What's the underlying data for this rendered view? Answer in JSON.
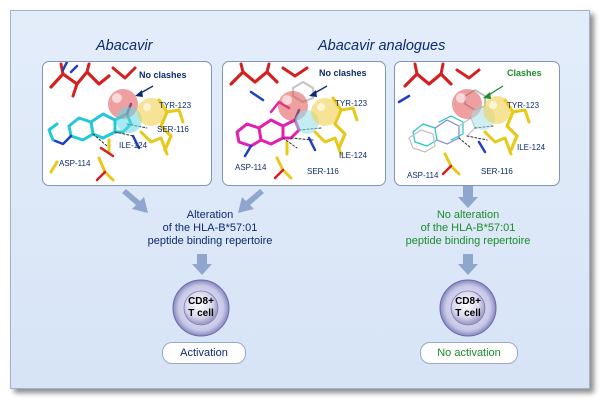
{
  "headers": {
    "left": "Abacavir",
    "right": "Abacavir analogues"
  },
  "panels": [
    {
      "status": "No clashes",
      "labels": {
        "tyr": "TYR-123",
        "ser": "SER-116",
        "ile": "ILE-124",
        "asp": "ASP-114"
      }
    },
    {
      "status": "No clashes",
      "labels": {
        "tyr": "TYR-123",
        "ser": "SER-116",
        "ile": "ILE-124",
        "asp": "ASP-114"
      }
    },
    {
      "status": "Clashes",
      "labels": {
        "tyr": "TYR-123",
        "ser": "SER-116",
        "ile": "ILE-124",
        "asp": "ASP-114"
      }
    }
  ],
  "outcomes": {
    "alteration": {
      "line1": "Alteration",
      "line2": "of the HLA-B*57:01",
      "line3": "peptide binding repertoire"
    },
    "no_alteration": {
      "line1": "No alteration",
      "line2": "of the HLA-B*57:01",
      "line3": "peptide binding repertoire"
    }
  },
  "cells": {
    "line1": "CD8+",
    "line2": "T cell"
  },
  "results": {
    "activation": "Activation",
    "no_activation": "No activation"
  },
  "colors": {
    "status_blue": "#0d2a6e",
    "status_green": "#1c8c2c",
    "frame_bg": "#dfe9f8",
    "arrow": "#8fa6cf",
    "sphere_red": "#e05050",
    "sphere_yellow": "#f0d860",
    "sphere_cyan": "#7fe0f0"
  }
}
